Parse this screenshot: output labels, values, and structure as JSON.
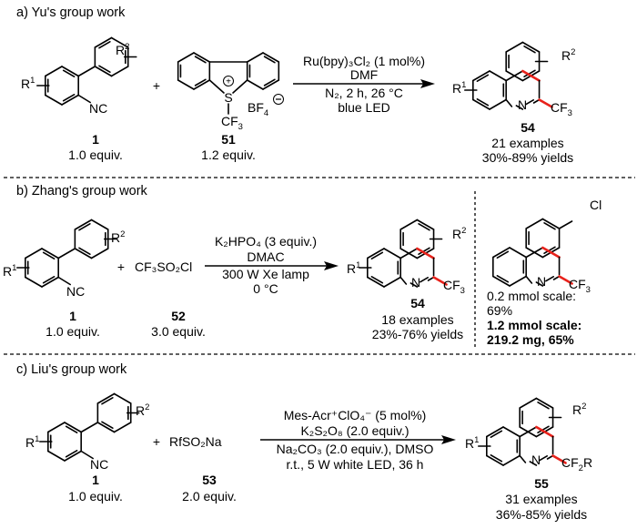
{
  "colors": {
    "new_bond": "#e8221b",
    "text": "#000000",
    "background": "#ffffff"
  },
  "sections": [
    {
      "heading": "a) Yu's group work",
      "reactant1": {
        "id": "1",
        "amount": "1.0 equiv.",
        "labels": {
          "r1": "R",
          "r1_sup": "1",
          "r2": "R",
          "r2_sup": "2",
          "nc": "NC"
        }
      },
      "plus": "+",
      "reactant2": {
        "id": "51",
        "amount": "1.2 equiv.",
        "labels": {
          "s": "S",
          "charge_pos": "+",
          "cf3": "CF",
          "cf3_sub": "3",
          "bf4": "BF",
          "bf4_sub": "4",
          "charge_neg": "−"
        }
      },
      "conditions_above": [
        "Ru(bpy)₃Cl₂ (1 mol%)",
        "DMF"
      ],
      "conditions_below": [
        "N₂, 2 h, 26 °C",
        "blue LED"
      ],
      "product": {
        "id": "54",
        "examples": "21 examples",
        "yields": "30%-89% yields",
        "labels": {
          "r1": "R",
          "r1_sup": "1",
          "r2": "R",
          "r2_sup": "2",
          "n": "N",
          "group": "CF",
          "group_sub": "3"
        }
      }
    },
    {
      "heading": "b) Zhang's group work",
      "reactant1": {
        "id": "1",
        "amount": "1.0 equiv.",
        "labels": {
          "r1": "R",
          "r1_sup": "1",
          "r2": "R",
          "r2_sup": "2",
          "nc": "NC"
        }
      },
      "plus": "+",
      "reactant2": {
        "id": "52",
        "amount": "3.0 equiv.",
        "formula": "CF₃SO₂Cl"
      },
      "conditions_above": [
        "K₂HPO₄ (3 equiv.)",
        "DMAC"
      ],
      "conditions_below": [
        "300 W Xe lamp",
        "0 °C"
      ],
      "product": {
        "id": "54",
        "examples": "18 examples",
        "yields": "23%-76% yields",
        "labels": {
          "r1": "R",
          "r1_sup": "1",
          "r2": "R",
          "r2_sup": "2",
          "n": "N",
          "group": "CF",
          "group_sub": "3"
        }
      },
      "example_product": {
        "labels": {
          "cl": "Cl",
          "n": "N",
          "group": "CF",
          "group_sub": "3"
        },
        "scale_small": "0.2 mmol scale:",
        "yield_small": "69%",
        "scale_large": "1.2 mmol scale:",
        "yield_large": "219.2 mg, 65%"
      }
    },
    {
      "heading": "c) Liu's group work",
      "reactant1": {
        "id": "1",
        "amount": "1.0 equiv.",
        "labels": {
          "r1": "R",
          "r1_sup": "1",
          "r2": "R",
          "r2_sup": "2",
          "nc": "NC"
        }
      },
      "plus": "+",
      "reactant2": {
        "id": "53",
        "amount": "2.0 equiv.",
        "formula": "RfSO₂Na"
      },
      "conditions_above": [
        "Mes-Acr⁺ClO₄⁻ (5 mol%)",
        "K₂S₂O₈ (2.0 equiv.)"
      ],
      "conditions_below": [
        "Na₂CO₃ (2.0 equiv.), DMSO",
        "r.t., 5 W white LED, 36 h"
      ],
      "product": {
        "id": "55",
        "examples": "31 examples",
        "yields": "36%-85% yields",
        "labels": {
          "r1": "R",
          "r1_sup": "1",
          "r2": "R",
          "r2_sup": "2",
          "n": "N",
          "group": "CF",
          "group_sub": "2",
          "group_tail": "R"
        }
      }
    }
  ]
}
